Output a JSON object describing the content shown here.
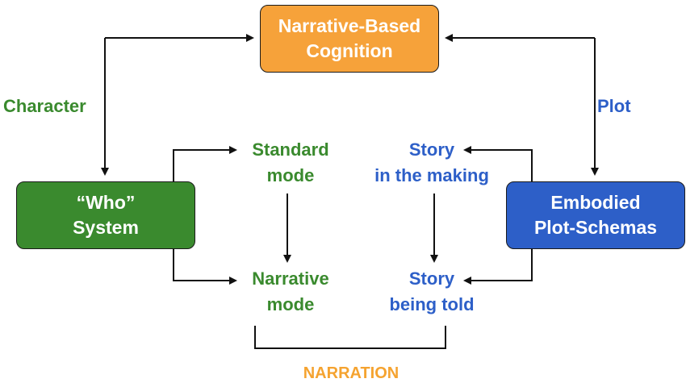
{
  "colors": {
    "orange": "#f6a23a",
    "green": "#3a8a2e",
    "blue": "#2d5fc8",
    "orange_text": "#f5a330",
    "green_text": "#3a8a2e",
    "blue_text": "#2d5fc8",
    "arrow": "#111111"
  },
  "nodes": {
    "top": {
      "line1": "Narrative-Based",
      "line2": "Cognition"
    },
    "left": {
      "line1": "“Who”",
      "line2": "System"
    },
    "right": {
      "line1": "Embodied",
      "line2": "Plot-Schemas"
    }
  },
  "labels": {
    "character": "Character",
    "plot": "Plot",
    "standard_mode": {
      "line1": "Standard",
      "line2": "mode"
    },
    "narrative_mode": {
      "line1": "Narrative",
      "line2": "mode"
    },
    "story_making": {
      "line1": "Story",
      "line2": "in the making"
    },
    "story_told": {
      "line1": "Story",
      "line2": "being told"
    },
    "narration": "NARRATION"
  }
}
